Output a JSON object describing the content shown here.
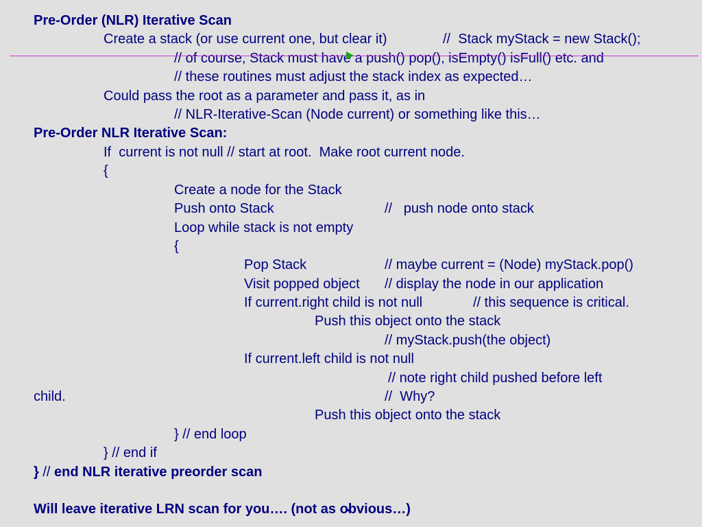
{
  "lines": [
    {
      "text": "Pre-Order (NLR) Iterative Scan"
    },
    {
      "text": "Create a stack (or use current one, but clear it)"
    },
    {
      "text": "//  Stack myStack = new Stack();"
    },
    {
      "text": "// of course, Stack must have a push() pop(), isEmpty() isFull() etc. and"
    },
    {
      "text": "// these routines must adjust the stack index as expected…"
    },
    {
      "text": "Could pass the root as a parameter and pass it, as in"
    },
    {
      "text": "// NLR-Iterative-Scan (Node current) or something like this…"
    },
    {
      "text": "Pre-Order NLR Iterative Scan:"
    },
    {
      "text": "If  current is not null // start at root.  Make root current node."
    },
    {
      "text": "{"
    },
    {
      "text": "Create a node for the Stack"
    },
    {
      "text": "Push onto Stack"
    },
    {
      "text": "//   push node onto stack"
    },
    {
      "text": "Loop while stack is not empty"
    },
    {
      "text": "{"
    },
    {
      "text": "Pop Stack"
    },
    {
      "text": "// maybe current = (Node) myStack.pop()"
    },
    {
      "text": "Visit popped object"
    },
    {
      "text": "// display the node in our application"
    },
    {
      "text": "If current.right child is not null"
    },
    {
      "text": "// this sequence is critical."
    },
    {
      "text": "Push this object onto the stack"
    },
    {
      "text": "// myStack.push(the object)"
    },
    {
      "text": "If current.left child is not null"
    },
    {
      "text": "// note right child pushed before left"
    },
    {
      "text": "child."
    },
    {
      "text": "//  Why?"
    },
    {
      "text": "Push this object onto the stack"
    },
    {
      "text": "} // end loop"
    },
    {
      "text": "} // end if"
    },
    {
      "text": "}"
    },
    {
      "text": " // "
    },
    {
      "text": "end NLR iterative preorder scan"
    },
    {
      "text": "Will leave iterative LRN scan for you…. (not as obvious…)"
    }
  ],
  "colors": {
    "background": "#e0e0e0",
    "text": "#000080",
    "rule": "#cc33cc",
    "marker": "#1aa31a"
  },
  "icons": {
    "marker": "green-triangle-marker"
  }
}
